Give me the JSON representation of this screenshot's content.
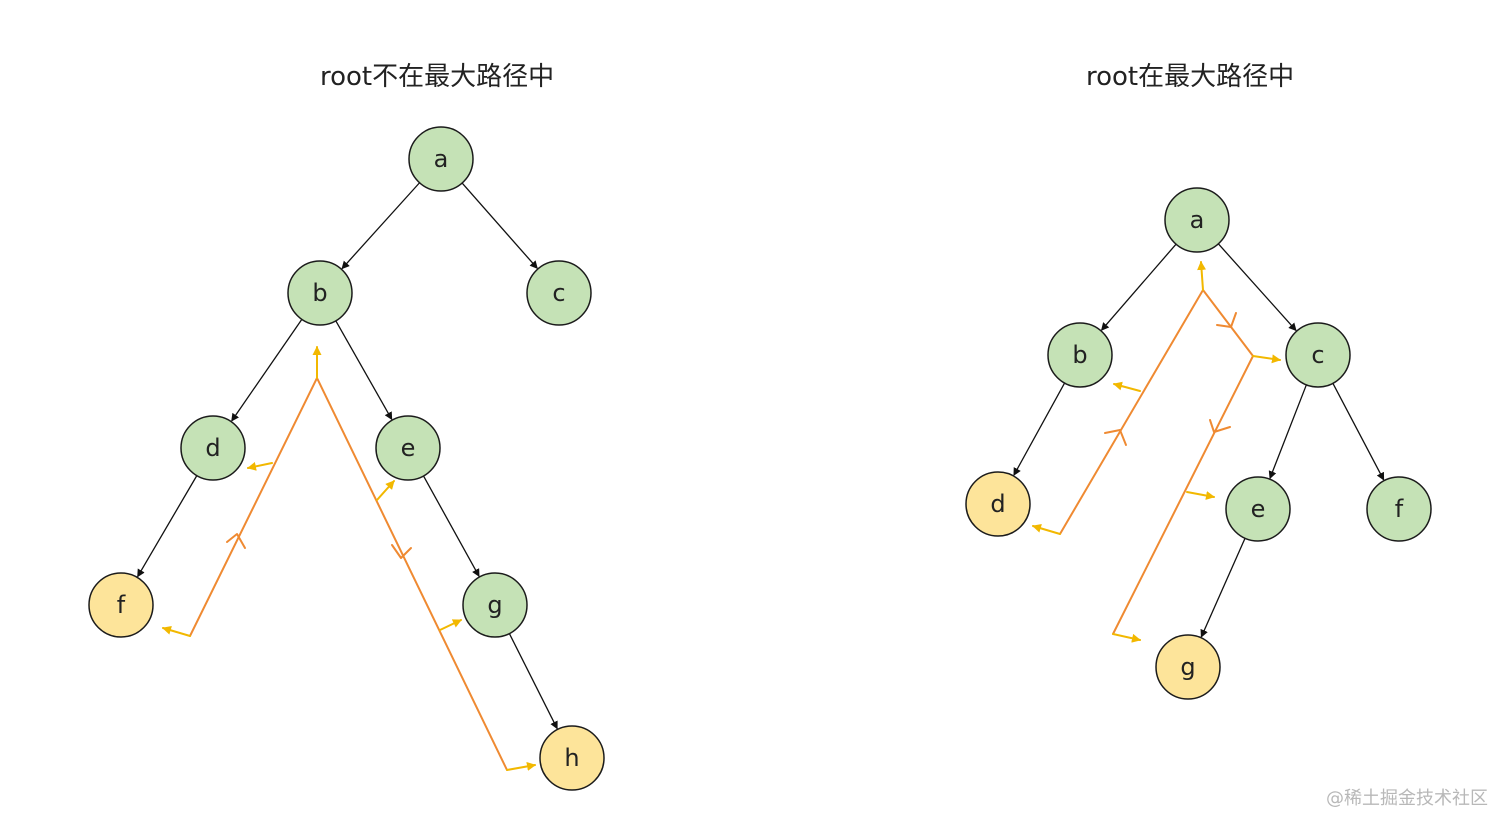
{
  "left_title": "root不在最大路径中",
  "right_title": "root在最大路径中",
  "watermark": "@稀土掘金技术社区",
  "colors": {
    "green_node": "#c5e2b6",
    "yellow_node": "#fde49a",
    "node_stroke": "#1b1b1b",
    "edge": "#111111",
    "path_orange": "#ef8a32",
    "return_yellow": "#f2b800"
  },
  "left_nodes": [
    {
      "id": "a",
      "label": "a",
      "type": "green"
    },
    {
      "id": "b",
      "label": "b",
      "type": "green"
    },
    {
      "id": "c",
      "label": "c",
      "type": "green"
    },
    {
      "id": "d",
      "label": "d",
      "type": "green"
    },
    {
      "id": "e",
      "label": "e",
      "type": "green"
    },
    {
      "id": "f",
      "label": "f",
      "type": "yellow"
    },
    {
      "id": "g",
      "label": "g",
      "type": "green"
    },
    {
      "id": "h",
      "label": "h",
      "type": "yellow"
    }
  ],
  "left_edges": [
    [
      "a",
      "b"
    ],
    [
      "a",
      "c"
    ],
    [
      "b",
      "d"
    ],
    [
      "b",
      "e"
    ],
    [
      "d",
      "f"
    ],
    [
      "e",
      "g"
    ],
    [
      "g",
      "h"
    ]
  ],
  "right_nodes": [
    {
      "id": "a",
      "label": "a",
      "type": "green"
    },
    {
      "id": "b",
      "label": "b",
      "type": "green"
    },
    {
      "id": "c",
      "label": "c",
      "type": "green"
    },
    {
      "id": "d",
      "label": "d",
      "type": "yellow"
    },
    {
      "id": "e",
      "label": "e",
      "type": "green"
    },
    {
      "id": "f",
      "label": "f",
      "type": "green"
    },
    {
      "id": "g",
      "label": "g",
      "type": "yellow"
    }
  ],
  "right_edges": [
    [
      "a",
      "b"
    ],
    [
      "a",
      "c"
    ],
    [
      "b",
      "d"
    ],
    [
      "c",
      "e"
    ],
    [
      "c",
      "f"
    ],
    [
      "e",
      "g"
    ]
  ]
}
